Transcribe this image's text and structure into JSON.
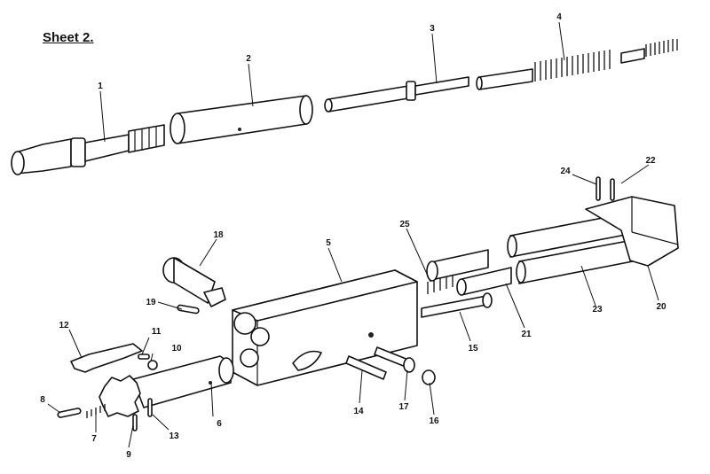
{
  "sheet": {
    "title": "Sheet 2."
  },
  "callouts": [
    "1",
    "2",
    "3",
    "4",
    "5",
    "6",
    "7",
    "8",
    "9",
    "10",
    "11",
    "12",
    "13",
    "14",
    "15",
    "16",
    "17",
    "18",
    "19",
    "20",
    "21",
    "22",
    "23",
    "24",
    "25"
  ]
}
